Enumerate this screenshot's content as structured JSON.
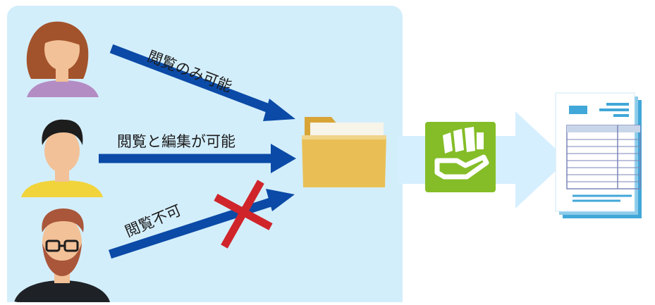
{
  "colors": {
    "panel_bg": "#d3eefb",
    "arrow_blue": "#0b4aa6",
    "deny_red": "#d0242b",
    "flow_arrow": "#d6efff",
    "folder": "#e9bf55",
    "app_icon_bg": "#84bd27",
    "document_accent": "#41a7d8"
  },
  "users": [
    {
      "id": "user-woman",
      "permission": "閲覧のみ可能",
      "shirt_color": "#b48cc4",
      "hair_color": "#a3532c"
    },
    {
      "id": "user-man",
      "permission": "閲覧と編集が可能",
      "shirt_color": "#f1d43b",
      "hair_color": "#1d1d1d"
    },
    {
      "id": "user-bearded-man",
      "permission": "閲覧不可",
      "shirt_color": "#1e2227",
      "hair_color": "#a9563a"
    }
  ],
  "icons": {
    "folder": "folder-icon",
    "app": "hand-document-icon",
    "document": "document-form-icon",
    "deny": "red-x-icon"
  }
}
